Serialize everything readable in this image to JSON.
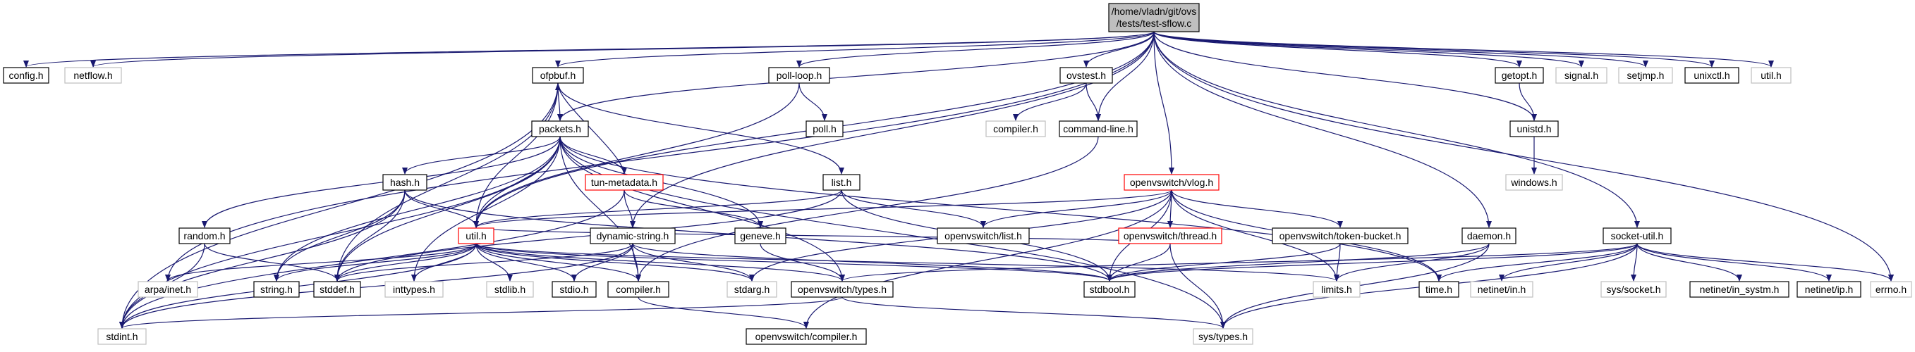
{
  "colors": {
    "edge": "#191970",
    "node_default_border": "#000000",
    "node_missing_border": "#bfbfbf",
    "node_partial_border": "#ff0000",
    "root_fill": "#bfbfbf"
  },
  "root": {
    "line1": "/home/vladn/git/ovs",
    "line2": "/tests/test-sflow.c"
  },
  "nodes": {
    "config_h": "config.h",
    "netflow_h": "netflow.h",
    "ofpbuf_h": "ofpbuf.h",
    "poll_loop_h": "poll-loop.h",
    "ovstest_h": "ovstest.h",
    "getopt_h": "getopt.h",
    "signal_h": "signal.h",
    "setjmp_h": "setjmp.h",
    "unixctl_h": "unixctl.h",
    "util_h_sys": "util.h",
    "packets_h": "packets.h",
    "poll_h": "poll.h",
    "compiler_h_sys": "compiler.h",
    "command_line_h": "command-line.h",
    "unistd_h": "unistd.h",
    "hash_h": "hash.h",
    "tun_metadata_h": "tun-metadata.h",
    "list_h": "list.h",
    "ovs_vlog_h": "openvswitch/vlog.h",
    "windows_h": "windows.h",
    "random_h": "random.h",
    "util_h": "util.h",
    "dynamic_string_h": "dynamic-string.h",
    "geneve_h": "geneve.h",
    "ovs_list_h": "openvswitch/list.h",
    "ovs_thread_h": "openvswitch/thread.h",
    "ovs_token_bucket_h": "openvswitch/token-bucket.h",
    "daemon_h": "daemon.h",
    "socket_util_h": "socket-util.h",
    "arpa_inet_h": "arpa/inet.h",
    "string_h": "string.h",
    "stddef_h": "stddef.h",
    "inttypes_h": "inttypes.h",
    "stdlib_h": "stdlib.h",
    "stdio_h": "stdio.h",
    "compiler_h": "compiler.h",
    "stdarg_h": "stdarg.h",
    "ovs_types_h": "openvswitch/types.h",
    "stdbool_h": "stdbool.h",
    "limits_h": "limits.h",
    "time_h": "time.h",
    "netinet_in_h": "netinet/in.h",
    "sys_socket_h": "sys/socket.h",
    "netinet_in_systm_h": "netinet/in_systm.h",
    "netinet_ip_h": "netinet/ip.h",
    "errno_h": "errno.h",
    "stdint_h": "stdint.h",
    "ovs_compiler_h": "openvswitch/compiler.h",
    "sys_types_h": "sys/types.h"
  }
}
